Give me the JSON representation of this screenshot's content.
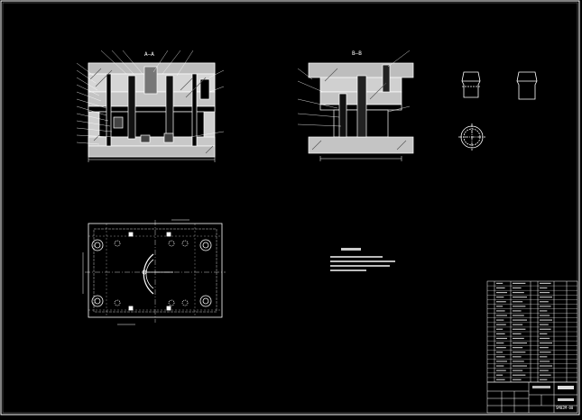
{
  "drawing": {
    "background_color": "#000000",
    "line_color": "#ffffff",
    "accent_color": "#e8e8e8",
    "section_a_label": "A—A",
    "section_b_label": "B—B",
    "drawing_number": "SM02M-00"
  },
  "title_block": {
    "row_count": 22
  }
}
